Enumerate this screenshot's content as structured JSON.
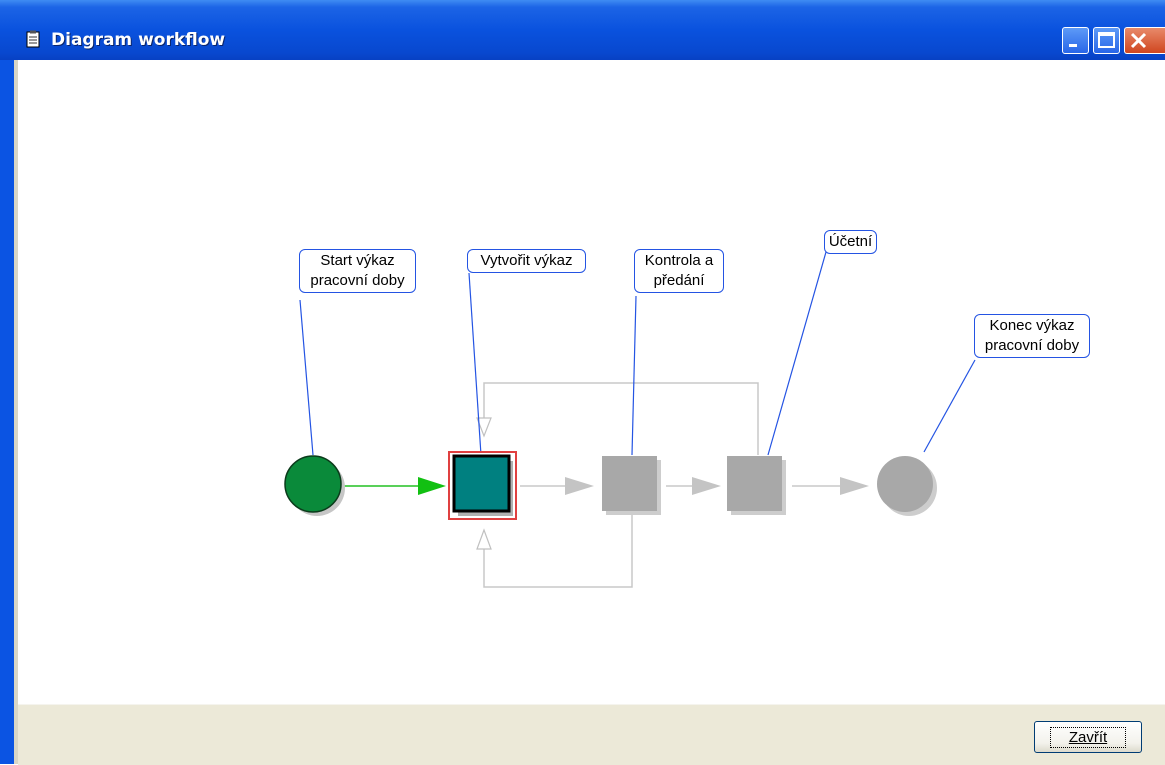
{
  "window": {
    "title": "Diagram workflow",
    "icon": "clipboard-icon"
  },
  "title_buttons": {
    "minimize": "minimize-icon",
    "maximize": "maximize-icon",
    "close": "close-icon"
  },
  "workflow": {
    "start_label": "Start výkaz pracovní doby",
    "create_label": "Vytvořit výkaz",
    "review_label": "Kontrola a předání",
    "accounting_label": "Účetní",
    "end_label": "Konec výkaz pracovní doby",
    "colors": {
      "start_node": "#0a8a3a",
      "active_node": "#008080",
      "active_highlight": "#e04040",
      "inactive_node": "#a8a8a8",
      "active_edge": "#22c022",
      "inactive_edge": "#c8c8c8",
      "callout_border": "#2454e3"
    }
  },
  "footer": {
    "close_label": "Zavřít"
  }
}
